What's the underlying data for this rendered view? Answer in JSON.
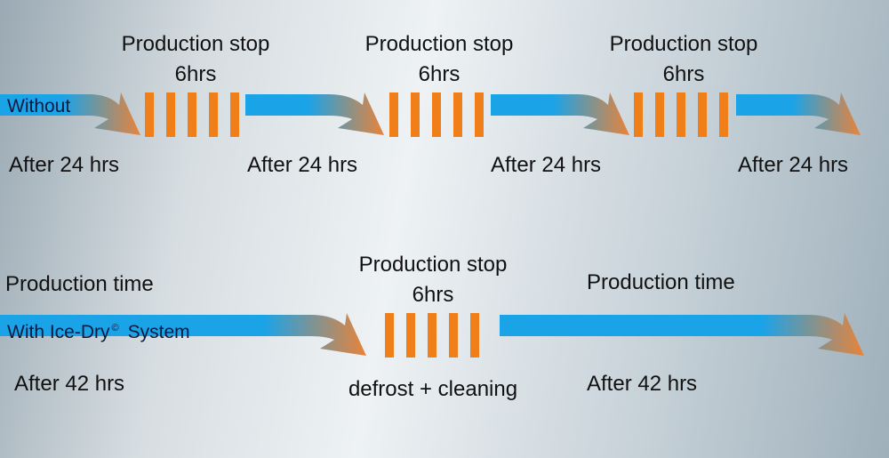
{
  "colors": {
    "arrow_blue": "#1ba3e8",
    "arrow_orange": "#e8833a",
    "stop_bars": "#f07f19"
  },
  "without": {
    "title": "Without",
    "stop_title": "Production stop",
    "stop_duration": "6hrs",
    "interval_label": "After 24 hrs",
    "stops": 3,
    "arrows": 4
  },
  "with": {
    "title": "With Ice-Dry",
    "title_mark": "©",
    "title_suffix": "System",
    "production_label": "Production time",
    "stop_title": "Production stop",
    "stop_duration": "6hrs",
    "interval_label": "After 42 hrs",
    "stop_note": "defrost + cleaning"
  }
}
